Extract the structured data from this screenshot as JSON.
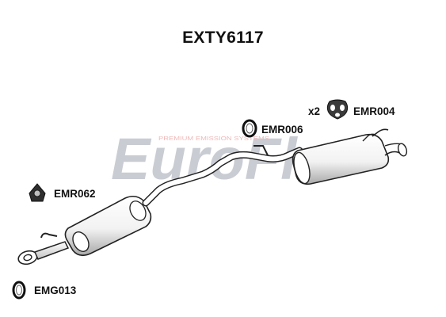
{
  "title": "EXTY6117",
  "watermark": {
    "brand": "EuroFlo",
    "tagline": "PREMIUM EMISSION SYSTEMS",
    "color_main": "#c9ccd3",
    "color_accent": "#f3c1c1"
  },
  "parts": [
    {
      "code": "EMR004",
      "quantity": "x2",
      "icon": "rubber-hanger-icon"
    },
    {
      "code": "EMR006",
      "quantity": "",
      "icon": "ring-hanger-icon"
    },
    {
      "code": "EMR062",
      "quantity": "",
      "icon": "rubber-mount-icon"
    },
    {
      "code": "EMG013",
      "quantity": "",
      "icon": "gasket-ring-icon"
    }
  ],
  "colors": {
    "line": "#222222",
    "fill": "#ffffff",
    "shade": "#bfbfbf"
  }
}
